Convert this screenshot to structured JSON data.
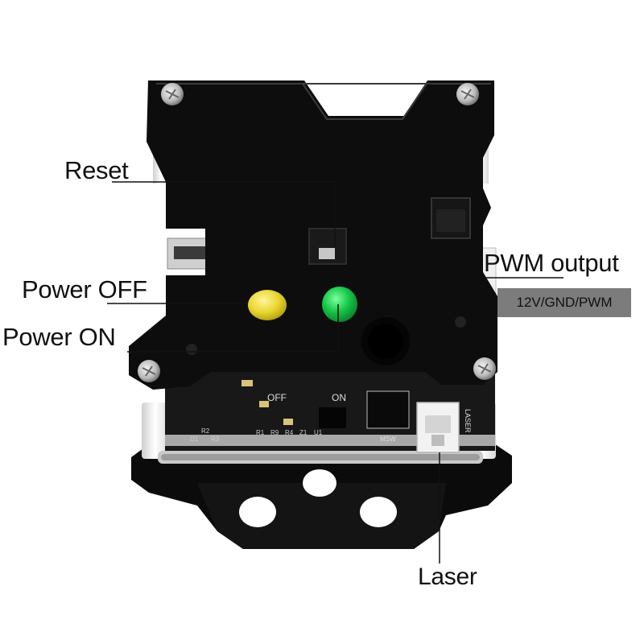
{
  "callouts": {
    "reset": "Reset",
    "power_off": "Power OFF",
    "power_on": "Power ON",
    "pwm_output": "PWM output",
    "pwm_pins": "12V/GND/PWM",
    "laser": "Laser"
  },
  "pcb_silkscreen": {
    "off": "OFF",
    "on": "ON",
    "laser_port": "LASER",
    "msw": "MSW",
    "refs": [
      "R1",
      "R9",
      "R4",
      "Z1",
      "U1",
      "R3",
      "R2",
      "D1"
    ]
  },
  "colors": {
    "background": "#ffffff",
    "acrylic_case": "#0d0d0d",
    "pcb": "#181818",
    "off_button": "#e9d631",
    "on_button": "#17c84a",
    "pwm_pin_bar": "#7c7c7c",
    "leader_line": "#111111"
  }
}
